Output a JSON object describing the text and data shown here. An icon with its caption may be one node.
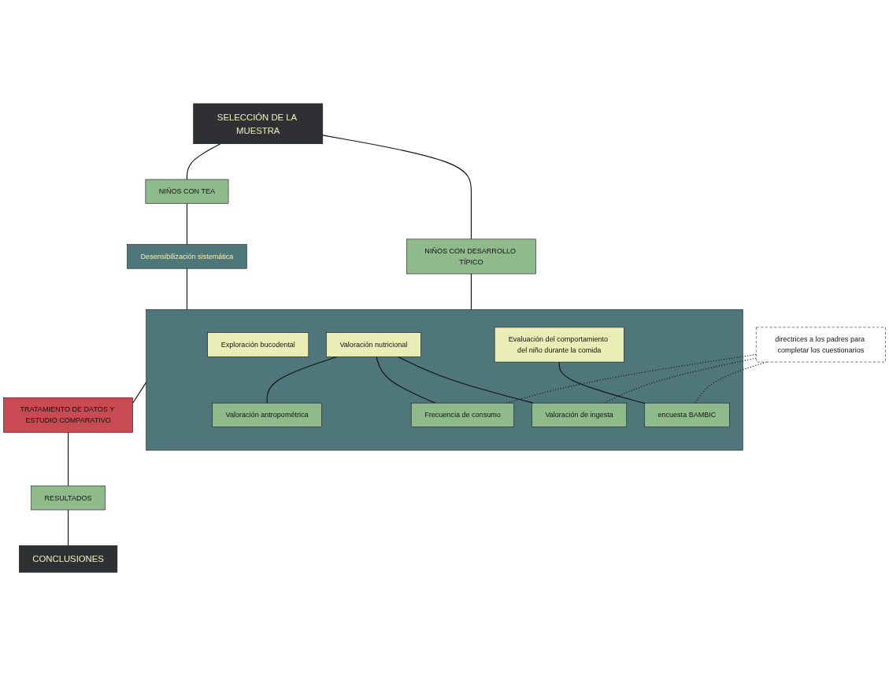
{
  "diagram": {
    "nodes": [
      {
        "text": [
          "SELECCIÓN DE LA MUESTRA"
        ]
      },
      {
        "text": [
          "NIÑOS CON TEA"
        ]
      },
      {
        "text": [
          "NIÑOS CON DESARROLLO TÍPICO"
        ]
      },
      {
        "text": [
          "Desensibilización sistemática"
        ]
      },
      {
        "text": [],
        "shape": "box"
      },
      {
        "text": [
          "Exploración bucodental"
        ],
        "in": 4
      },
      {
        "text": [
          "Valoración nutricional"
        ],
        "in": 4
      },
      {
        "text": [
          "Evaluación del comportamiento del niño durante la comida"
        ],
        "in": 4
      },
      {
        "text": [
          "Valoración antropométrica"
        ],
        "in": 4
      },
      {
        "text": [
          "Frecuencia de consumo"
        ],
        "in": 4
      },
      {
        "text": [
          "Valoración de ingesta"
        ],
        "in": 4
      },
      {
        "text": [
          "encuesta BAMBIC"
        ],
        "in": 4
      },
      {
        "text": [
          "directrices a los padres para completar los cuestionarios"
        ]
      },
      {
        "text": [
          "TRATAMIENTO DE DATOS Y ESTUDIO COMPARATIVO"
        ]
      },
      {
        "text": [
          "RESULTADOS"
        ]
      },
      {
        "text": [
          "CONCLUSIONES"
        ]
      }
    ],
    "edges": [
      {
        "from": 0,
        "to": 1,
        "arrow": "none"
      },
      {
        "from": 0,
        "to": 2,
        "arrow": "none"
      },
      {
        "from": 1,
        "to": 3,
        "arrow": "none"
      },
      {
        "from": 2,
        "to": 4,
        "arrow": "none"
      },
      {
        "from": 3,
        "to": 4,
        "arrow": "none"
      },
      {
        "from": 6,
        "to": 8,
        "arrow": "none"
      },
      {
        "from": 6,
        "to": 9,
        "arrow": "none"
      },
      {
        "from": 6,
        "to": 10,
        "arrow": "none"
      },
      {
        "from": 7,
        "to": 11,
        "arrow": "none"
      },
      {
        "from": 12,
        "to": 9,
        "arrow": "none",
        "style": "dashed"
      },
      {
        "from": 12,
        "to": 10,
        "arrow": "none",
        "style": "dashed"
      },
      {
        "from": 12,
        "to": 11,
        "arrow": "none",
        "style": "dashed"
      },
      {
        "from": 4,
        "to": 13,
        "arrow": "none"
      },
      {
        "from": 13,
        "to": 14,
        "arrow": "none"
      },
      {
        "from": 14,
        "to": 15,
        "arrow": "none"
      }
    ]
  }
}
